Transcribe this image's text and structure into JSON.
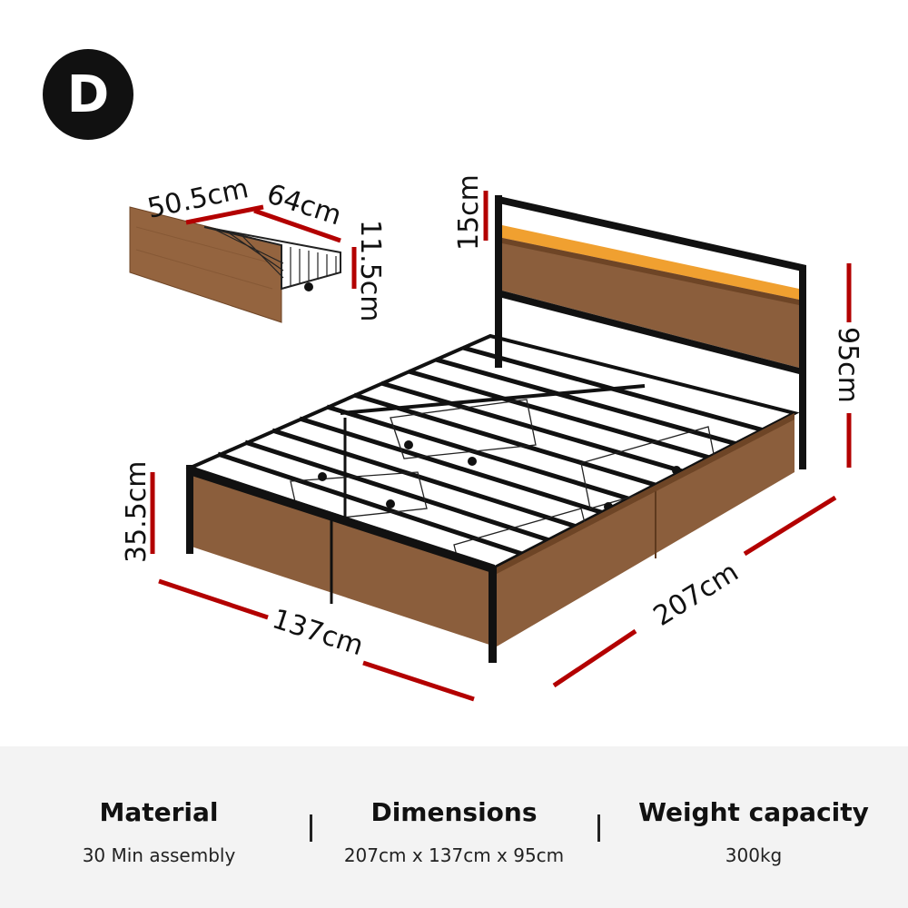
{
  "badge": {
    "letter": "D"
  },
  "dimensions": {
    "drawer_depth": "50.5cm",
    "drawer_width": "64cm",
    "drawer_height": "11.5cm",
    "shelf_height": "15cm",
    "total_height": "95cm",
    "side_height": "35.5cm",
    "bed_width": "137cm",
    "bed_length": "207cm"
  },
  "specs": {
    "material": {
      "title": "Material",
      "value": "30 Min assembly"
    },
    "dimensions": {
      "title": "Dimensions",
      "value": "207cm x 137cm x 95cm"
    },
    "weight": {
      "title": "Weight capacity",
      "value": "300kg"
    }
  },
  "colors": {
    "accent_red": "#b30000",
    "wood": "#8b5e3c",
    "frame": "#111111",
    "led": "#f0a030"
  }
}
